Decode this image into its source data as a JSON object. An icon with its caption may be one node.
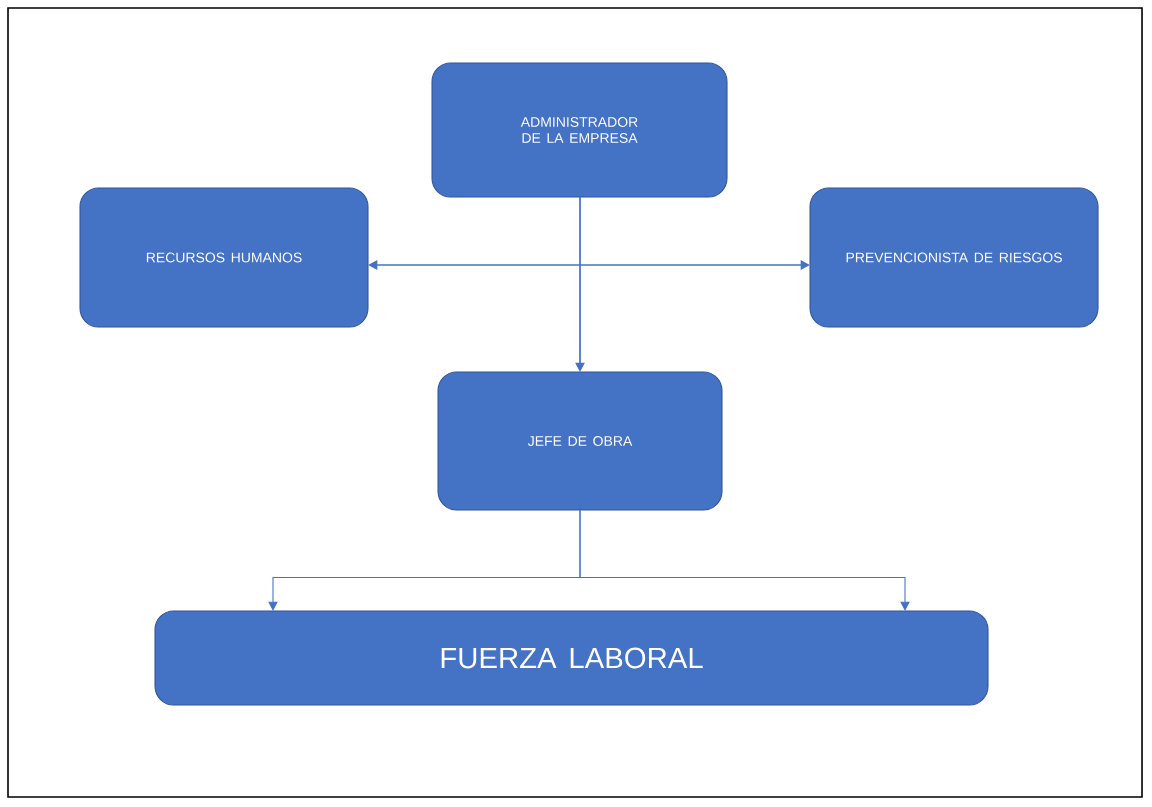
{
  "diagram": {
    "nodes": [
      {
        "text": [
          "ADMINISTRADOR DE LA EMPRESA"
        ]
      },
      {
        "text": [
          "RECURSOS HUMANOS"
        ]
      },
      {
        "text": [
          "PREVENCIONISTA DE RIESGOS"
        ]
      },
      {
        "text": [
          "JEFE DE OBRA"
        ]
      },
      {
        "text": [
          "FUERZA LABORAL"
        ]
      }
    ],
    "edges": [
      {
        "from": 0,
        "to": 3,
        "arrow": "to"
      },
      {
        "from": 1,
        "to": 2,
        "arrow": "both"
      },
      {
        "from": 3,
        "to": 4,
        "arrow": "to"
      },
      {
        "from": 3,
        "to": 4,
        "arrow": "to"
      }
    ]
  }
}
